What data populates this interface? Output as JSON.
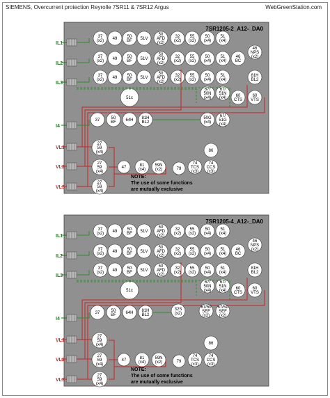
{
  "header": {
    "title": "SIEMENS, Overcurrent protection Reyrolle 7SR11 & 7SR12 Argus",
    "source": "WebGreenStation.com"
  },
  "colors": {
    "panel_bg": "#909090",
    "circle_fill": "#ffffff",
    "wire_green": "#2e8b2e",
    "wire_red": "#cc2222",
    "input_label_green": "#1a7a1a",
    "input_label_red": "#cc2222"
  },
  "panels": [
    {
      "model": "7SR1205-2_A12-_DA0",
      "inputs": [
        {
          "label": "IL1",
          "color": "green"
        },
        {
          "label": "IL2",
          "color": "green"
        },
        {
          "label": "IL3",
          "color": "green"
        },
        {
          "label": "I4",
          "color": "green"
        },
        {
          "label": "VL1",
          "color": "red"
        },
        {
          "label": "VL2",
          "color": "red"
        },
        {
          "label": "VL3",
          "color": "red"
        }
      ],
      "phase_row_functions": [
        [
          "37",
          "(x2)"
        ],
        [
          "49",
          ""
        ],
        [
          "50",
          "BF"
        ],
        [
          "51V",
          ""
        ],
        [
          "50",
          "AFD",
          "(x2)"
        ],
        [
          "32",
          "(x2)"
        ],
        [
          "55",
          "(x2)"
        ],
        [
          "50",
          "(x4)"
        ],
        [
          "51",
          "(x4)"
        ]
      ],
      "extra_row2": [
        [
          "46",
          "BC"
        ],
        [
          "46",
          "NPS",
          "(x2)"
        ]
      ],
      "extra_row3": [
        [
          "81H",
          "BL2"
        ]
      ],
      "row4": [
        [
          "51c",
          ""
        ],
        [
          "67/",
          "50N",
          "(x4)"
        ],
        [
          "67/",
          "51N",
          "(x4)"
        ],
        [
          "60",
          "CTS"
        ],
        [
          "60",
          "VTS"
        ]
      ],
      "row5": [
        [
          "37",
          ""
        ],
        [
          "50",
          "BF"
        ],
        [
          "64H",
          ""
        ],
        [
          "81H",
          "BL2"
        ],
        [
          "50G",
          "(x4)"
        ],
        [
          "67/",
          "51G",
          "(x4)"
        ]
      ],
      "row6": [
        [
          "27",
          "59",
          "(x4)"
        ],
        [
          "86",
          ""
        ]
      ],
      "row7": [
        [
          "27",
          "59",
          "(x4)"
        ],
        [
          "47",
          ""
        ],
        [
          "81",
          "(x4)"
        ],
        [
          "59N",
          "(x2)"
        ],
        [
          "79",
          ""
        ],
        [
          "74",
          "TCS",
          "(x3)"
        ],
        [
          "74",
          "CCS",
          "(x3)"
        ]
      ],
      "row8": [
        [
          "27",
          "59",
          "(x4)"
        ]
      ],
      "note_title": "NOTE:",
      "note_line1": "The use of some functions",
      "note_line2": "are mutually exclusive"
    },
    {
      "model": "7SR1205-4_A12-_DA0",
      "inputs": [
        {
          "label": "IL1",
          "color": "green"
        },
        {
          "label": "IL2",
          "color": "green"
        },
        {
          "label": "IL3",
          "color": "green"
        },
        {
          "label": "I4",
          "color": "green"
        },
        {
          "label": "VL1",
          "color": "red"
        },
        {
          "label": "VL2",
          "color": "red"
        },
        {
          "label": "VL3",
          "color": "red"
        }
      ],
      "phase_row_functions": [
        [
          "37",
          "(x2)"
        ],
        [
          "49",
          ""
        ],
        [
          "50",
          "BF"
        ],
        [
          "51V",
          ""
        ],
        [
          "50",
          "AFD",
          "(x2)"
        ],
        [
          "32",
          "(x2)"
        ],
        [
          "55",
          "(x2)"
        ],
        [
          "50",
          "(x4)"
        ],
        [
          "51",
          "(x4)"
        ]
      ],
      "extra_row2": [
        [
          "46",
          "BC"
        ],
        [
          "46",
          "NPS",
          "(x2)"
        ]
      ],
      "extra_row3": [
        [
          "81H",
          "BL2"
        ]
      ],
      "row4": [
        [
          "51c",
          ""
        ],
        [
          "67/",
          "50N",
          "(x4)"
        ],
        [
          "67/",
          "51N",
          "(x4)"
        ],
        [
          "60",
          "CTS"
        ],
        [
          "60",
          "VTS"
        ]
      ],
      "row5": [
        [
          "37",
          ""
        ],
        [
          "50",
          "BF"
        ],
        [
          "64H",
          ""
        ],
        [
          "81H",
          "BL2"
        ],
        [
          "32S",
          "(x2)"
        ],
        [
          "67/50",
          "SEF",
          "(x2)"
        ],
        [
          "67/51",
          "SEF",
          "(x2)"
        ]
      ],
      "row6": [
        [
          "27",
          "59",
          "(x4)"
        ],
        [
          "86",
          ""
        ]
      ],
      "row7": [
        [
          "27",
          "59",
          "(x4)"
        ],
        [
          "47",
          ""
        ],
        [
          "81",
          "(x4)"
        ],
        [
          "59N",
          "(x2)"
        ],
        [
          "79",
          ""
        ],
        [
          "74",
          "TCS",
          "(x3)"
        ],
        [
          "74",
          "CCS",
          "(x3)"
        ]
      ],
      "row8": [
        [
          "27",
          "59",
          "(x4)"
        ]
      ],
      "note_title": "NOTE:",
      "note_line1": "The use of some functions",
      "note_line2": "are mutually exclusive"
    }
  ]
}
